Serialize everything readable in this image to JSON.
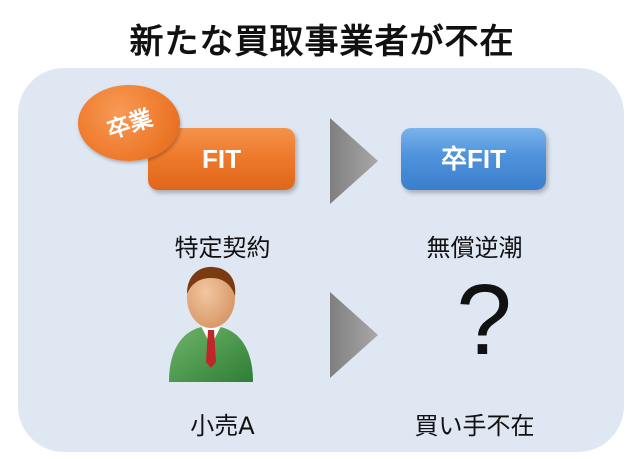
{
  "title": "新たな買取事業者が不在",
  "badge": {
    "text": "卒業"
  },
  "left": {
    "button": "FIT",
    "caption": "特定契約",
    "person_caption": "小売A"
  },
  "right": {
    "button": "卒FIT",
    "caption": "無償逆潮",
    "question": "?",
    "bottom_caption": "買い手不在"
  },
  "colors": {
    "orange": "#ee7a2c",
    "blue": "#4f92dc",
    "panel": "#dfe7f3",
    "arrow": "#8c8c8c"
  },
  "icons": {
    "person": "person-icon",
    "arrows": "chevron-arrow-icon"
  }
}
